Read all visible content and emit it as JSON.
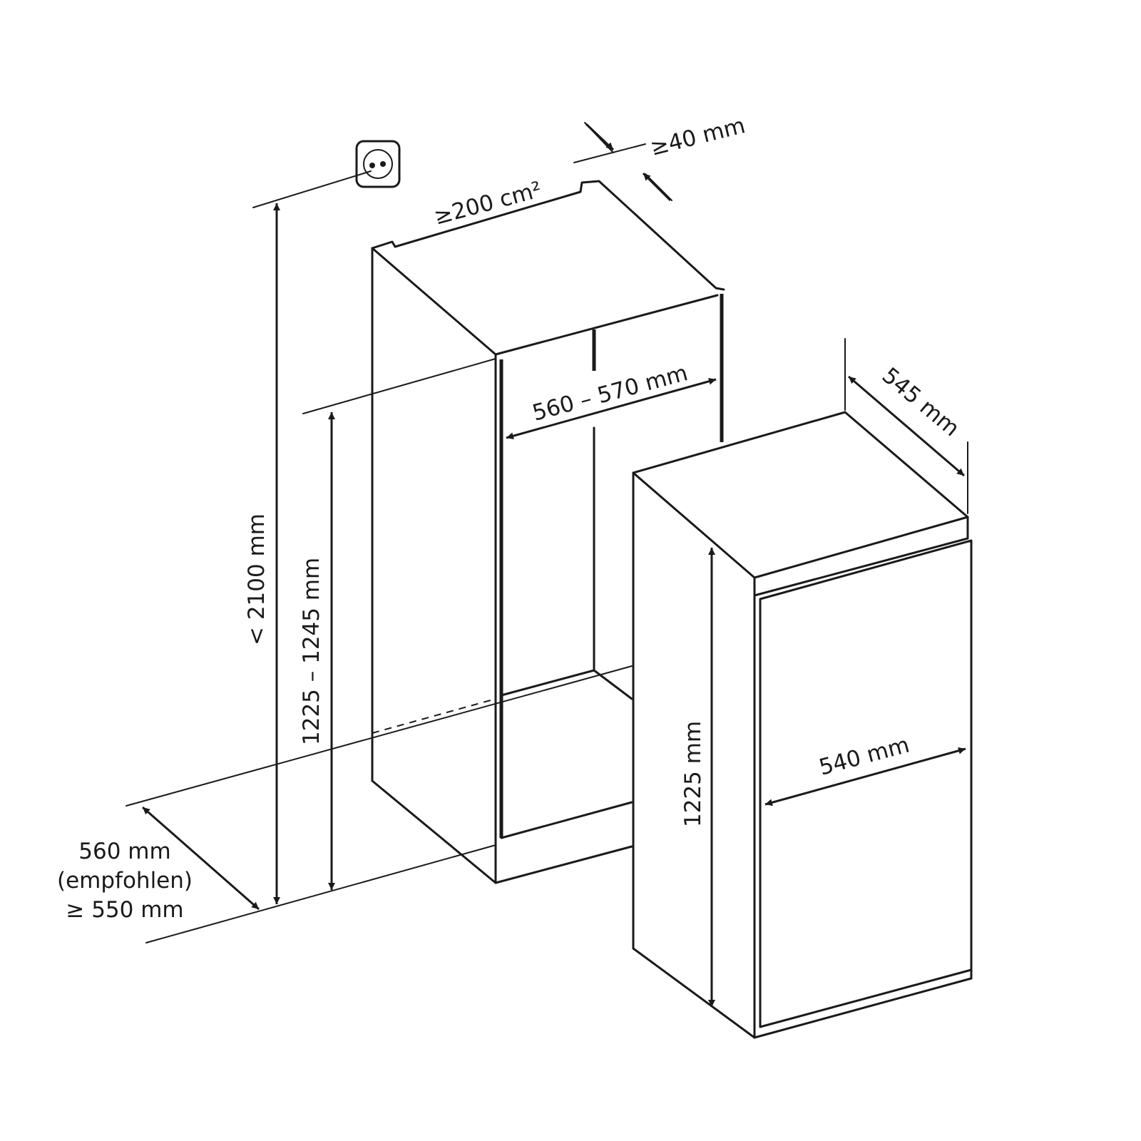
{
  "labels": {
    "socket_clearance": "≥40 mm",
    "vent_area": "≥200 cm²",
    "niche_width": "560 – 570 mm",
    "appliance_depth": "545 mm",
    "total_height": "< 2100 mm",
    "niche_height": "1225 – 1245 mm",
    "appliance_height": "1225 mm",
    "appliance_width": "540 mm",
    "niche_depth_line1": "560 mm",
    "niche_depth_line2": "(empfohlen)",
    "niche_depth_line3": "≥ 550 mm"
  },
  "colors": {
    "line": "#1a1a1a",
    "background": "#ffffff"
  },
  "icons": {
    "socket": "power-socket-icon"
  }
}
